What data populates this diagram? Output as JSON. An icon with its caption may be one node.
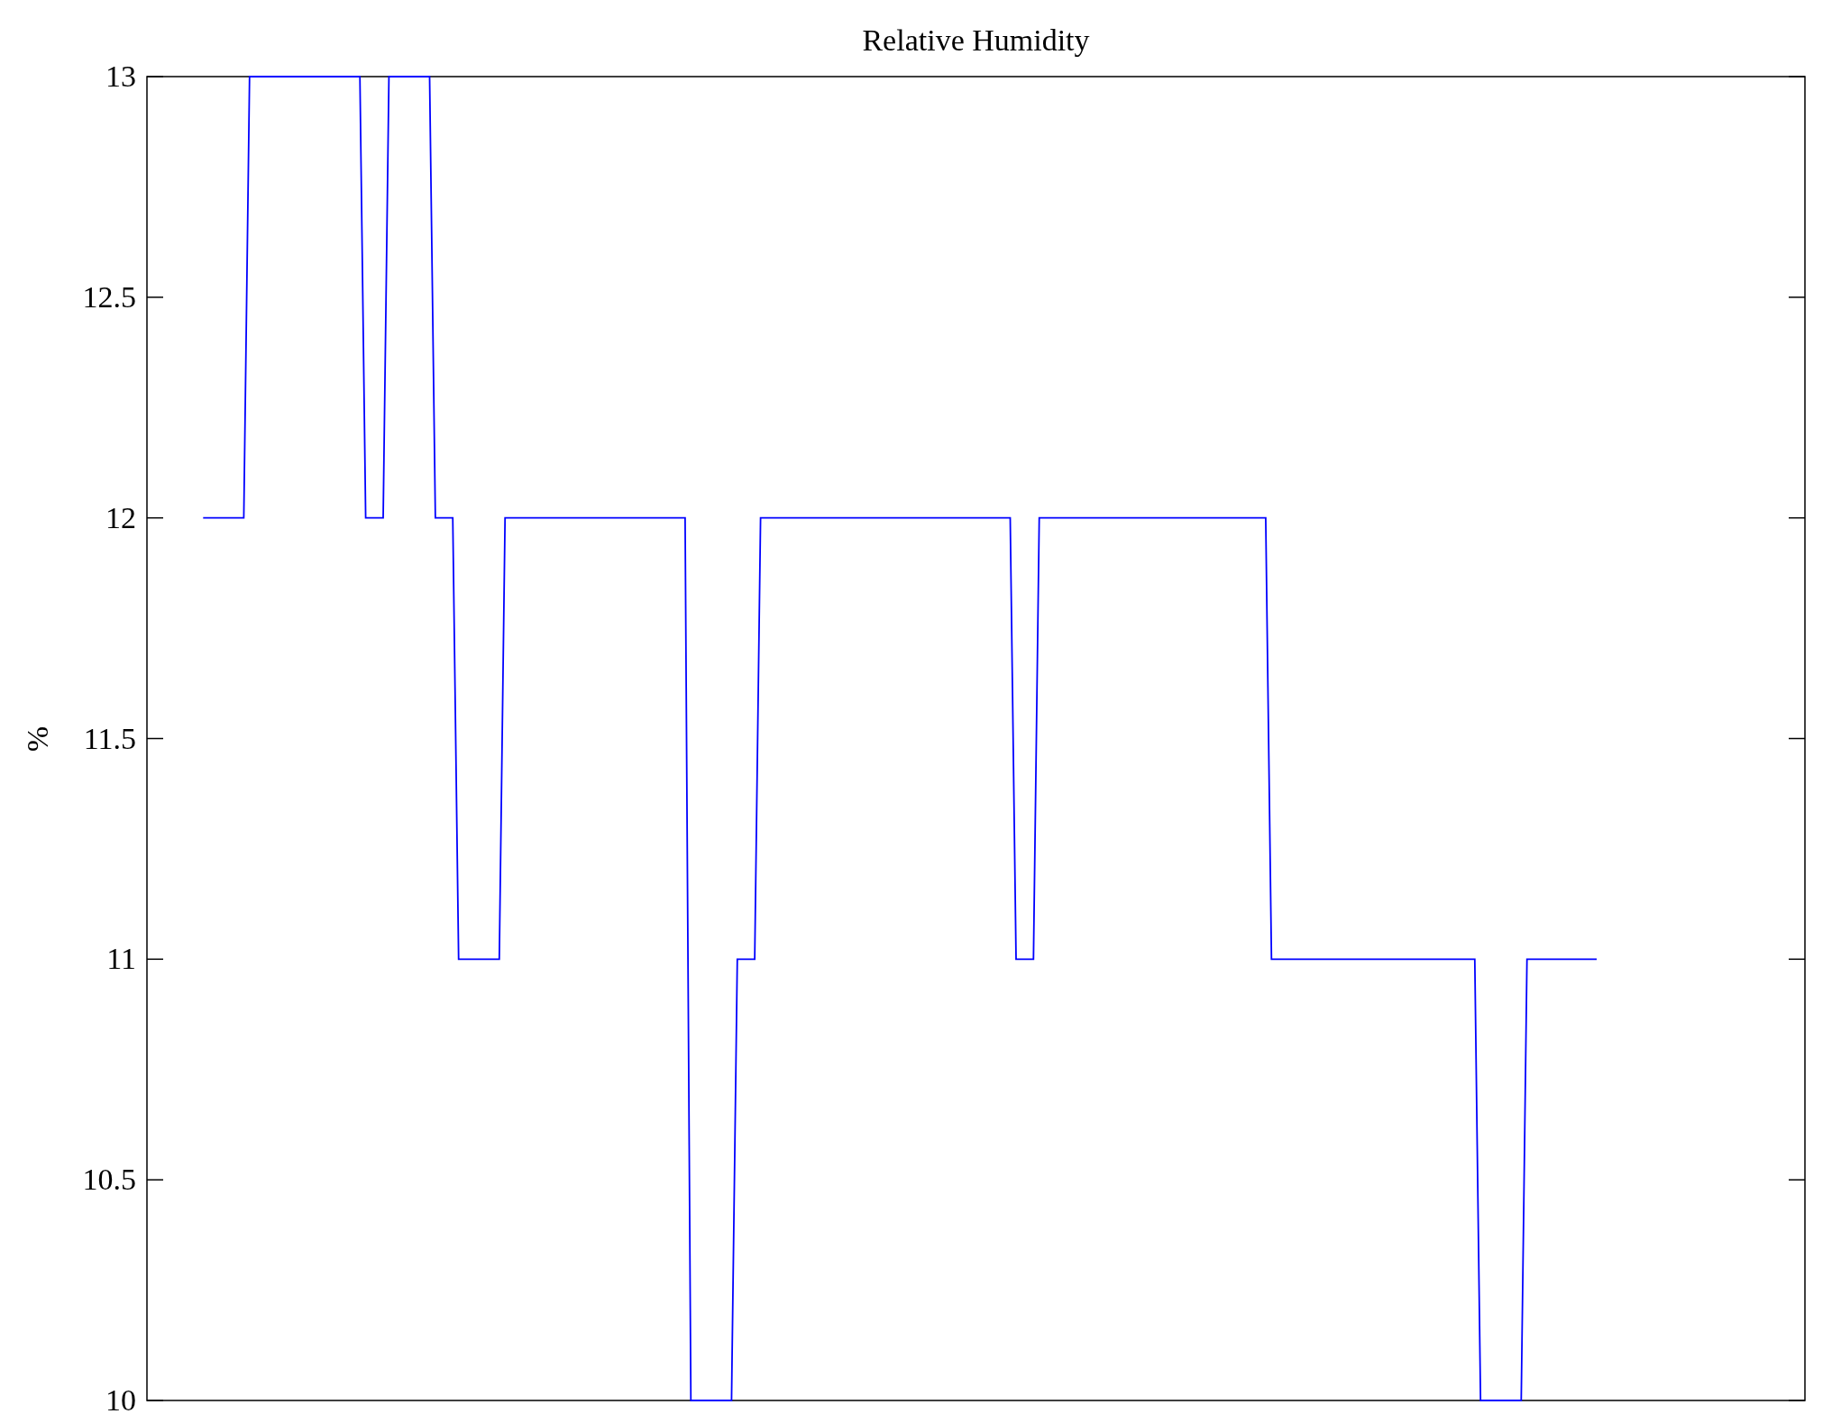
{
  "diagram": {
    "title": "Relative Humidity",
    "chart_data": {
      "type": "line",
      "ylabel": "%",
      "categories": [
        null,
        null,
        null,
        null,
        null,
        null,
        null,
        null,
        null,
        null,
        null,
        null,
        null,
        null,
        null,
        null,
        null,
        null,
        null,
        null,
        null,
        null,
        null,
        null,
        null,
        null,
        null,
        null,
        null,
        null,
        null,
        null,
        null,
        null,
        null,
        null,
        null,
        null,
        null,
        null,
        null,
        null,
        null,
        null,
        null,
        null,
        null,
        null,
        null,
        null,
        null,
        null,
        null,
        null,
        null,
        null,
        null,
        null,
        null,
        null,
        null,
        null,
        null,
        null,
        null,
        null,
        null,
        null,
        null,
        null,
        null,
        null,
        null,
        null,
        null,
        null,
        null,
        null,
        null,
        null,
        null,
        null,
        null,
        null,
        null,
        null,
        null,
        null,
        null,
        null,
        null,
        null,
        null,
        null,
        null,
        null,
        null,
        null,
        null,
        null,
        null,
        null,
        null,
        null,
        null,
        null,
        null,
        null,
        null,
        null,
        null,
        null,
        null,
        null,
        null,
        null,
        null,
        null,
        null,
        null,
        null,
        null,
        null,
        null,
        null,
        null,
        null,
        null,
        null,
        null,
        null,
        null,
        null,
        null,
        null,
        null,
        null,
        null,
        null,
        null,
        null,
        null,
        null,
        null,
        null,
        null,
        null,
        null,
        null,
        null,
        null,
        null,
        null,
        null,
        null,
        null,
        null,
        null,
        null,
        null,
        null,
        null,
        null,
        null,
        null,
        null,
        null,
        null,
        null,
        null,
        null,
        null,
        null,
        null,
        null,
        null,
        null,
        null,
        null,
        null,
        null,
        null,
        null,
        null,
        null,
        null,
        null,
        null,
        null,
        null,
        null,
        null,
        null,
        null,
        null,
        null,
        null,
        null,
        null,
        null,
        null,
        null,
        null,
        null,
        null,
        null,
        null,
        null,
        null,
        null,
        null,
        null,
        null,
        null,
        null,
        null,
        null,
        null,
        null,
        null,
        null,
        null,
        null,
        null,
        null,
        null,
        null,
        null,
        null,
        null,
        null,
        null,
        null,
        null,
        null,
        null,
        null,
        null,
        null,
        null,
        null
      ],
      "series": [
        {
          "color": "#0000ff",
          "values": [
            12,
            12,
            12,
            12,
            12,
            12,
            12,
            12,
            13,
            13,
            13,
            13,
            13,
            13,
            13,
            13,
            13,
            13,
            13,
            13,
            13,
            13,
            13,
            13,
            13,
            13,
            13,
            13,
            12,
            12,
            12,
            12,
            13,
            13,
            13,
            13,
            13,
            13,
            13,
            13,
            12,
            12,
            12,
            12,
            11,
            11,
            11,
            11,
            11,
            11,
            11,
            11,
            12,
            12,
            12,
            12,
            12,
            12,
            12,
            12,
            12,
            12,
            12,
            12,
            12,
            12,
            12,
            12,
            12,
            12,
            12,
            12,
            12,
            12,
            12,
            12,
            12,
            12,
            12,
            12,
            12,
            12,
            12,
            12,
            10,
            10,
            10,
            10,
            10,
            10,
            10,
            10,
            11,
            11,
            11,
            11,
            12,
            12,
            12,
            12,
            12,
            12,
            12,
            12,
            12,
            12,
            12,
            12,
            12,
            12,
            12,
            12,
            12,
            12,
            12,
            12,
            12,
            12,
            12,
            12,
            12,
            12,
            12,
            12,
            12,
            12,
            12,
            12,
            12,
            12,
            12,
            12,
            12,
            12,
            12,
            12,
            12,
            12,
            12,
            12,
            11,
            11,
            11,
            11,
            12,
            12,
            12,
            12,
            12,
            12,
            12,
            12,
            12,
            12,
            12,
            12,
            12,
            12,
            12,
            12,
            12,
            12,
            12,
            12,
            12,
            12,
            12,
            12,
            12,
            12,
            12,
            12,
            12,
            12,
            12,
            12,
            12,
            12,
            12,
            12,
            12,
            12,
            12,
            12,
            11,
            11,
            11,
            11,
            11,
            11,
            11,
            11,
            11,
            11,
            11,
            11,
            11,
            11,
            11,
            11,
            11,
            11,
            11,
            11,
            11,
            11,
            11,
            11,
            11,
            11,
            11,
            11,
            11,
            11,
            11,
            11,
            11,
            11,
            11,
            11,
            10,
            10,
            10,
            10,
            10,
            10,
            10,
            10,
            11,
            11,
            11,
            11,
            11,
            11,
            11,
            11,
            11,
            11,
            11,
            11,
            11
          ]
        }
      ],
      "ylim": [
        10,
        13
      ],
      "yticks": [
        10,
        10.5,
        11,
        11.5,
        12,
        12.5,
        13
      ]
    }
  }
}
